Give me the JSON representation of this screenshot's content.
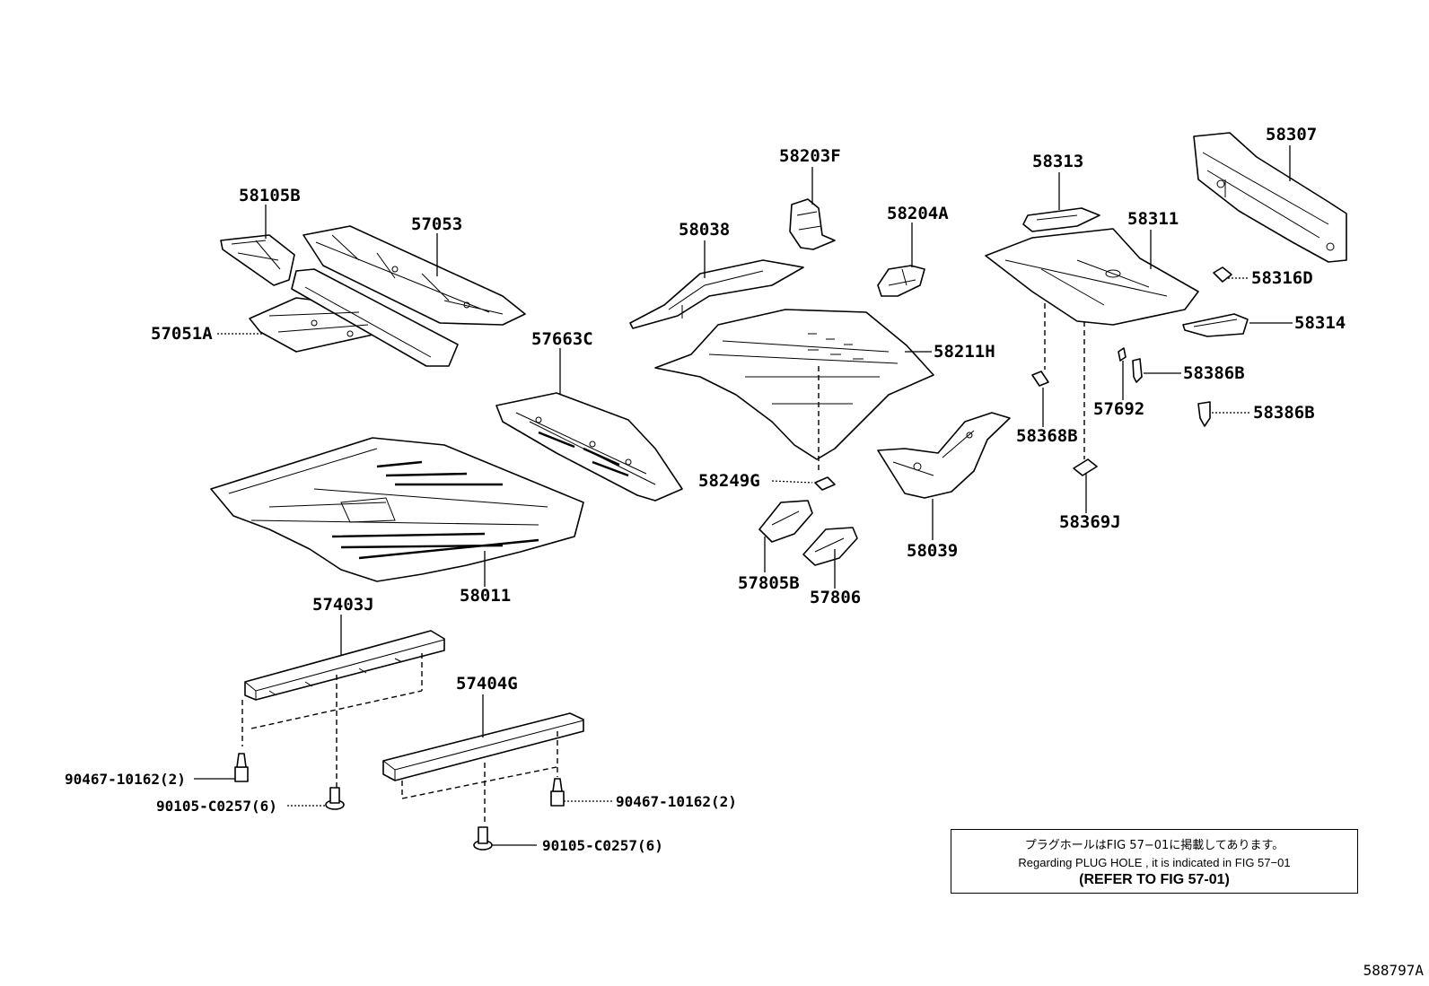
{
  "diagram": {
    "labels": {
      "p58105B": "58105B",
      "p57053": "57053",
      "p57051A": "57051A",
      "p58038": "58038",
      "p58203F": "58203F",
      "p58204A": "58204A",
      "p58313": "58313",
      "p58307": "58307",
      "p58311": "58311",
      "p58316D": "58316D",
      "p58314": "58314",
      "p58386B_1": "58386B",
      "p58386B_2": "58386B",
      "p57692": "57692",
      "p58368B": "58368B",
      "p58369J": "58369J",
      "p57663C": "57663C",
      "p58211H": "58211H",
      "p58249G": "58249G",
      "p58039": "58039",
      "p57805B": "57805B",
      "p57806": "57806",
      "p58011": "58011",
      "p57403J": "57403J",
      "p57404G": "57404G",
      "b90467_left": "90467-10162(2)",
      "b90105_left": "90105-C0257(6)",
      "b90467_right": "90467-10162(2)",
      "b90105_right": "90105-C0257(6)"
    }
  },
  "note": {
    "line1": "プラグホールはFIG 57−01に掲載してあります。",
    "line2": "Regarding PLUG HOLE , it is indicated in FIG 57−01",
    "line3": "(REFER TO FIG 57-01)"
  },
  "figure_code": "588797A"
}
